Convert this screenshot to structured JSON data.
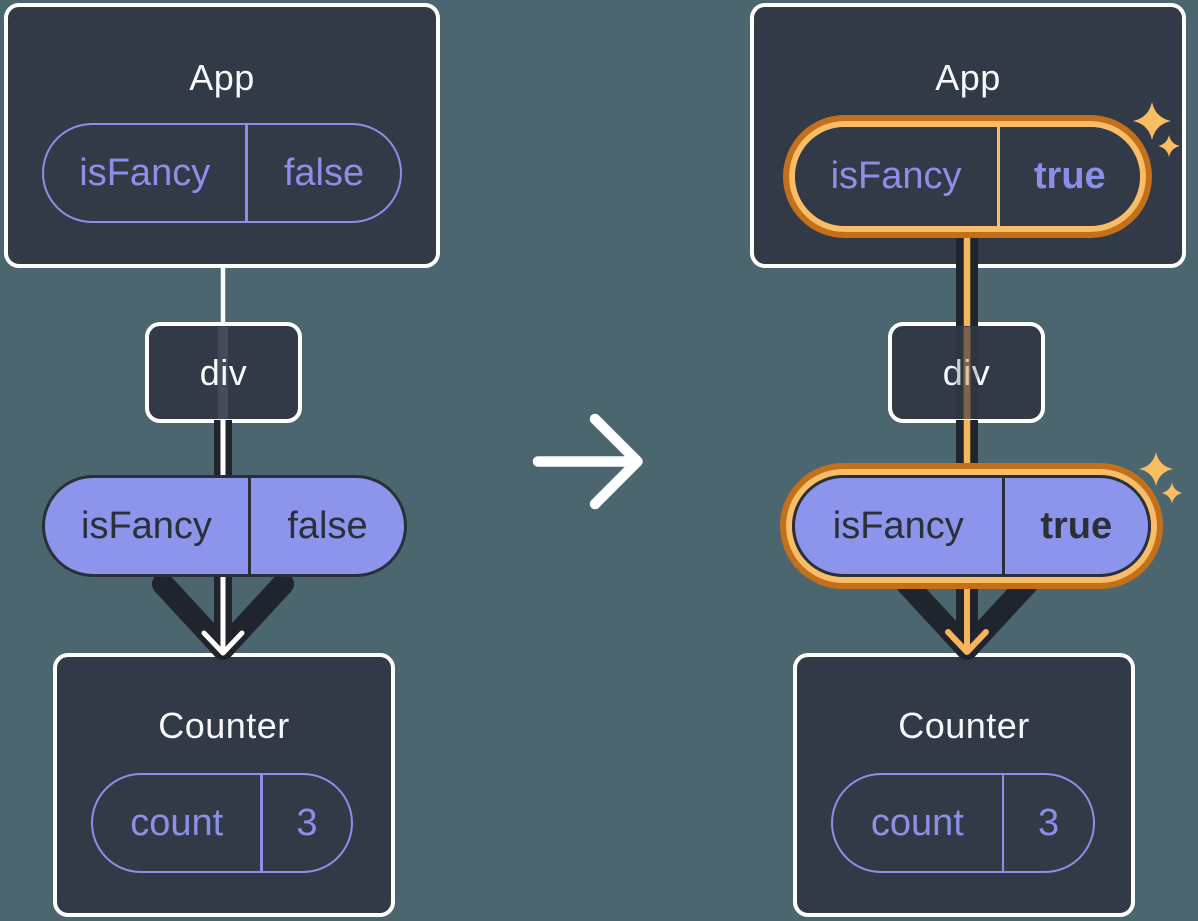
{
  "colors": {
    "bg": "#4C6670",
    "card": "#333A47",
    "white": "#FFFFFF",
    "purple": "#8A90E8",
    "purpleFill": "#8C94EB",
    "darkLine": "#20242C",
    "darkText": "#2A2F38",
    "orangeDark": "#C4701B",
    "orangeLight": "#F8BD66",
    "orangeLine": "#F8B45C",
    "sparkle": "#F9BD64"
  },
  "left": {
    "app_title": "App",
    "app_prop": {
      "name": "isFancy",
      "value": "false"
    },
    "div_label": "div",
    "passed_prop": {
      "name": "isFancy",
      "value": "false"
    },
    "counter_title": "Counter",
    "counter_state": {
      "name": "count",
      "value": "3"
    }
  },
  "right": {
    "app_title": "App",
    "app_prop": {
      "name": "isFancy",
      "value": "true"
    },
    "div_label": "div",
    "passed_prop": {
      "name": "isFancy",
      "value": "true"
    },
    "counter_title": "Counter",
    "counter_state": {
      "name": "count",
      "value": "3"
    }
  }
}
